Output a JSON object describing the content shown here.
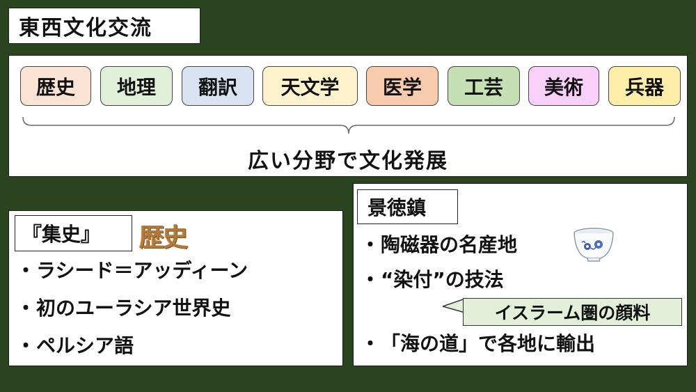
{
  "title": "東西文化交流",
  "fields": {
    "items": [
      {
        "label": "歴史",
        "color": "#fbe3d6"
      },
      {
        "label": "地理",
        "color": "#e2f0d9"
      },
      {
        "label": "翻訳",
        "color": "#dae3f3"
      },
      {
        "label": "天文学",
        "color": "#fff2cc"
      },
      {
        "label": "医学",
        "color": "#f8cbad"
      },
      {
        "label": "工芸",
        "color": "#c5e0b4"
      },
      {
        "label": "美術",
        "color": "#f8d0fa"
      },
      {
        "label": "兵器",
        "color": "#ffeeaa"
      }
    ],
    "summary": "広い分野で文化発展"
  },
  "history": {
    "title": "『集史』",
    "badge": "歴史",
    "bullet": "・",
    "items": [
      "ラシード＝アッディーン",
      "初のユーラシア世界史",
      "ペルシア語"
    ]
  },
  "jingdezhen": {
    "title": "景徳鎮",
    "bullet": "・",
    "items": [
      "陶磁器の名産地",
      "“染付”の技法"
    ],
    "callout": "イスラーム圏の顔料",
    "export": "「海の道」で各地に輸出",
    "cup_icon": "porcelain-cup-icon"
  },
  "colors": {
    "background": "#2b4420",
    "badge": "#b07a3a",
    "callout": "#e4efda"
  }
}
